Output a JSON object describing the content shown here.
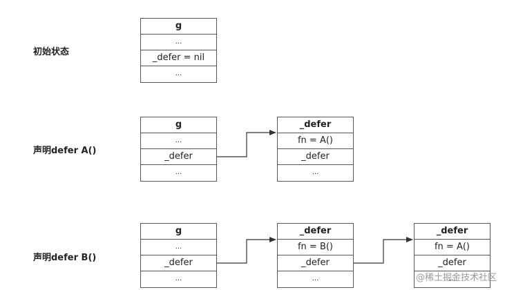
{
  "rows": [
    {
      "label": "初始状态"
    },
    {
      "label": "声明defer A()"
    },
    {
      "label": "声明defer B()"
    }
  ],
  "g_struct": [
    "g",
    "...",
    "_defer = nil",
    "..."
  ],
  "g_struct_linked": [
    "g",
    "...",
    "_defer",
    "..."
  ],
  "defer_a": [
    "_defer",
    "fn = A()",
    "_defer",
    "..."
  ],
  "defer_b": [
    "_defer",
    "fn = B()",
    "_defer",
    "..."
  ],
  "defer_a2": [
    "_defer",
    "fn = A()",
    "_defer",
    "..."
  ],
  "watermark": "@稀土掘金技术社区"
}
